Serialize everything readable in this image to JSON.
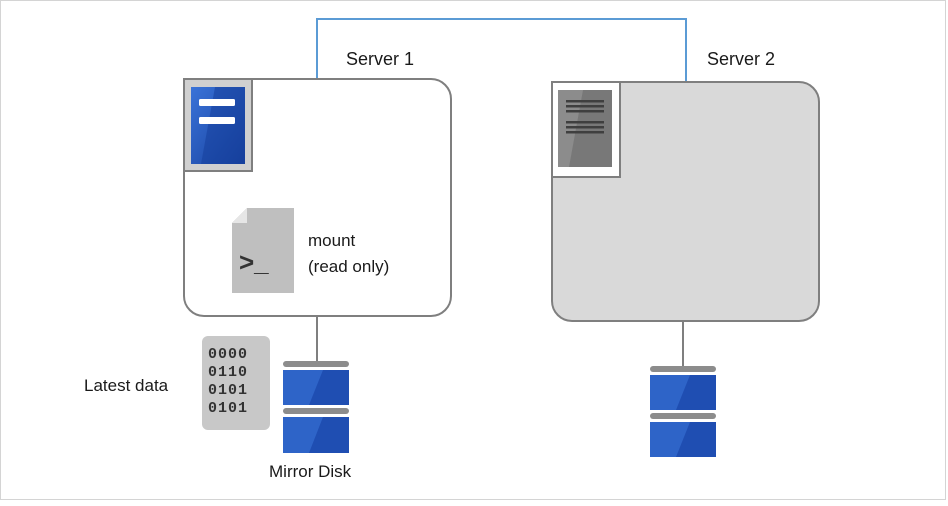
{
  "servers": [
    {
      "label": "Server 1",
      "state": "active"
    },
    {
      "label": "Server 2",
      "state": "inactive"
    }
  ],
  "mount": {
    "line1": "mount",
    "line2": "(read only)",
    "prompt": ">_"
  },
  "latest_data": {
    "label": "Latest data",
    "rows": [
      "0000",
      "0110",
      "0101",
      "0101"
    ]
  },
  "mirror_disk": {
    "label": "Mirror Disk"
  },
  "colors": {
    "network_line": "#5b9bd5",
    "server_border": "#7f7f7f",
    "inactive_fill": "#d9d9d9",
    "active_blue": "#1f4fb4",
    "disk_blue": "#2e64c8",
    "disk_cap": "#8c8c8c"
  },
  "icons": {
    "server_active": "server-active-icon",
    "server_inactive": "server-inactive-icon",
    "script": "terminal-script-icon",
    "binary": "binary-data-icon",
    "disk": "mirror-disk-icon"
  }
}
